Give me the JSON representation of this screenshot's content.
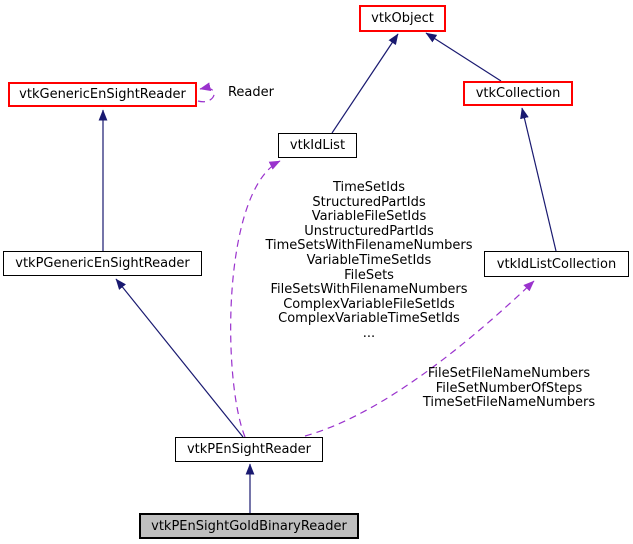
{
  "diagram_type": "class-collaboration-graph",
  "nodes": {
    "vtkObject": {
      "label": "vtkObject",
      "style": "highlighted-red"
    },
    "vtkGenericEnSightReader": {
      "label": "vtkGenericEnSightReader",
      "style": "highlighted-red"
    },
    "vtkCollection": {
      "label": "vtkCollection",
      "style": "highlighted-red"
    },
    "vtkIdList": {
      "label": "vtkIdList",
      "style": "normal"
    },
    "vtkPGenericEnSightReader": {
      "label": "vtkPGenericEnSightReader",
      "style": "normal"
    },
    "vtkIdListCollection": {
      "label": "vtkIdListCollection",
      "style": "normal"
    },
    "vtkPEnSightReader": {
      "label": "vtkPEnSightReader",
      "style": "normal"
    },
    "vtkPEnSightGoldBinaryReader": {
      "label": "vtkPEnSightGoldBinaryReader",
      "style": "current-node-gray"
    }
  },
  "edges": [
    {
      "from": "vtkIdList",
      "to": "vtkObject",
      "type": "inheritance"
    },
    {
      "from": "vtkCollection",
      "to": "vtkObject",
      "type": "inheritance"
    },
    {
      "from": "vtkIdListCollection",
      "to": "vtkCollection",
      "type": "inheritance"
    },
    {
      "from": "vtkPGenericEnSightReader",
      "to": "vtkGenericEnSightReader",
      "type": "inheritance"
    },
    {
      "from": "vtkPEnSightReader",
      "to": "vtkPGenericEnSightReader",
      "type": "inheritance"
    },
    {
      "from": "vtkPEnSightGoldBinaryReader",
      "to": "vtkPEnSightReader",
      "type": "inheritance"
    },
    {
      "from": "vtkGenericEnSightReader",
      "to": "vtkGenericEnSightReader",
      "type": "usage",
      "label": "Reader"
    },
    {
      "from": "vtkPEnSightReader",
      "to": "vtkIdList",
      "type": "usage",
      "label_ref": "idlist_members"
    },
    {
      "from": "vtkPEnSightReader",
      "to": "vtkIdListCollection",
      "type": "usage",
      "label_ref": "idlistcollection_members"
    }
  ],
  "edge_labels": {
    "reader": "Reader",
    "idlist_members": [
      "TimeSetIds",
      "StructuredPartIds",
      "VariableFileSetIds",
      "UnstructuredPartIds",
      "TimeSetsWithFilenameNumbers",
      "VariableTimeSetIds",
      "FileSets",
      "FileSetsWithFilenameNumbers",
      "ComplexVariableFileSetIds",
      "ComplexVariableTimeSetIds",
      "..."
    ],
    "idlistcollection_members": [
      "FileSetFileNameNumbers",
      "FileSetNumberOfSteps",
      "TimeSetFileNameNumbers"
    ]
  },
  "colors": {
    "inheritance_arrow": "#191970",
    "usage_arrow": "#9a32cd",
    "highlighted_node_border": "#ff0000",
    "normal_node_border": "#000000",
    "current_node_fill": "#bfbfbf",
    "background": "#ffffff",
    "text": "#000000"
  }
}
